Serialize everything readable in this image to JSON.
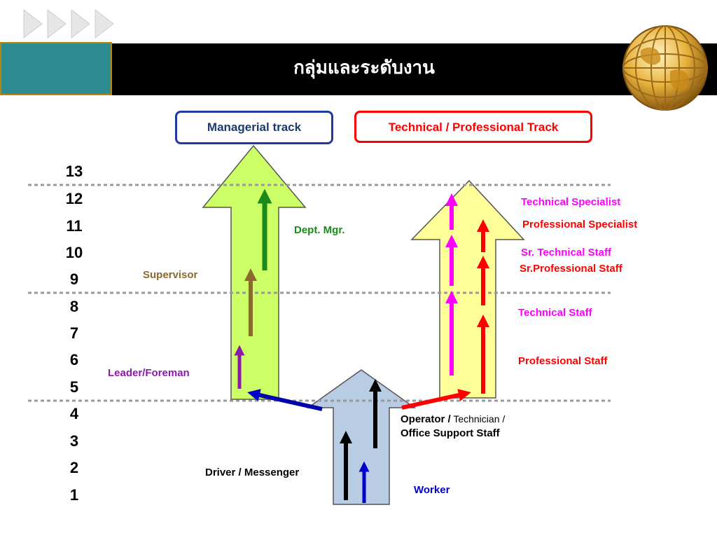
{
  "header": {
    "title": "กลุ่มและระดับงาน"
  },
  "tracks": {
    "managerial": "Managerial track",
    "technical": "Technical / Professional Track"
  },
  "levels": [
    "13",
    "12",
    "11",
    "10",
    "9",
    "8",
    "7",
    "6",
    "5",
    "4",
    "3",
    "2",
    "1"
  ],
  "managerial_roles": {
    "dept_mgr": "Dept. Mgr.",
    "supervisor": "Supervisor",
    "leader": "Leader/Foreman"
  },
  "worker_roles": {
    "operator_line1_a": "Operator /",
    "operator_line1_b": " Technician /",
    "operator_line2": "Office Support Staff",
    "driver": "Driver / Messenger",
    "worker": "Worker"
  },
  "technical_roles": {
    "tech_specialist": "Technical Specialist",
    "prof_specialist": "Professional Specialist",
    "sr_tech_staff": "Sr. Technical Staff",
    "sr_prof_staff": "Sr.Professional Staff",
    "tech_staff": "Technical Staff",
    "prof_staff": "Professional Staff"
  },
  "colors": {
    "title_bar": "#000000",
    "teal_box": "#2e8b8f",
    "managerial_fill": "#ccff66",
    "technical_fill": "#ffff99",
    "worker_fill": "#b8cce4",
    "managerial_border": "#1f3aa0",
    "technical_border": "#ff0000",
    "dept_mgr": "#1a8a1a",
    "supervisor": "#8b6a2e",
    "leader": "#8a1aa8",
    "magenta": "#ff00ff",
    "red": "#ff0000",
    "navy": "#0000aa",
    "blue_text": "#0000cc"
  },
  "icons": {
    "chevrons": "chevron-right-icon",
    "globe": "globe-icon"
  }
}
